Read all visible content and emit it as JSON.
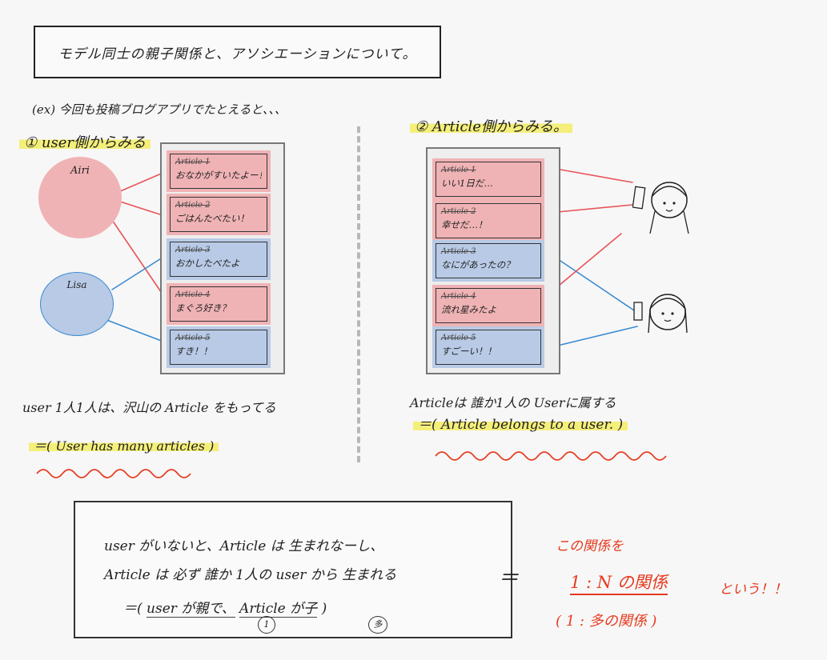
{
  "title": "モデル同士の親子関係と、アソシエーションについて。",
  "example": "(ex) 今回も投稿ブログアプリでたとえると、、、",
  "left": {
    "heading": "① user側からみる",
    "users": [
      "Airi",
      "Lisa"
    ],
    "articles": [
      {
        "title": "Article 1",
        "body": "おなかがすいたよー！",
        "owner": "Airi"
      },
      {
        "title": "Article 2",
        "body": "ごはんたべたい！",
        "owner": "Airi"
      },
      {
        "title": "Article 3",
        "body": "おかしたべたよ",
        "owner": "Lisa"
      },
      {
        "title": "Article 4",
        "body": "まぐろ好き？",
        "owner": "Airi"
      },
      {
        "title": "Article 5",
        "body": "すき！！",
        "owner": "Lisa"
      }
    ],
    "summary": "user 1人1人は、沢山の Article をもってる",
    "english": "＝( User has many articles )"
  },
  "right": {
    "heading": "② Article側からみる。",
    "articles": [
      {
        "title": "Article 1",
        "body": "いい1日だ…",
        "owner": "top"
      },
      {
        "title": "Article 2",
        "body": "幸せだ…！",
        "owner": "top"
      },
      {
        "title": "Article 3",
        "body": "なにがあったの？",
        "owner": "bottom"
      },
      {
        "title": "Article 4",
        "body": "流れ星みたよ",
        "owner": "top"
      },
      {
        "title": "Article 5",
        "body": "すごーい！！",
        "owner": "bottom"
      }
    ],
    "summary": "Articleは 誰か1人の Userに属する",
    "english": "＝( Article belongs to a user. )"
  },
  "bottom": {
    "line1": "user がいないと、Article は 生まれなーし、",
    "line2": "Article は 必ず 誰か 1人の user から 生まれる",
    "line3_prefix": "＝(",
    "line3_user": "user が親で、",
    "line3_article": "Article が子",
    "line3_suffix": ")",
    "badge1": "1",
    "badge2": "多",
    "equals": "＝",
    "note": "この関係を",
    "relation": "1 : N の関係",
    "suffix": "という！！",
    "paren": "( 1 : 多の関係 )"
  },
  "colors": {
    "pink": "#f0b3b5",
    "blue": "#b8cae6",
    "yellow": "#f4ef7a",
    "red_ink": "#e63a1e",
    "line_red": "#e8545a",
    "line_blue": "#3a8bd0"
  }
}
